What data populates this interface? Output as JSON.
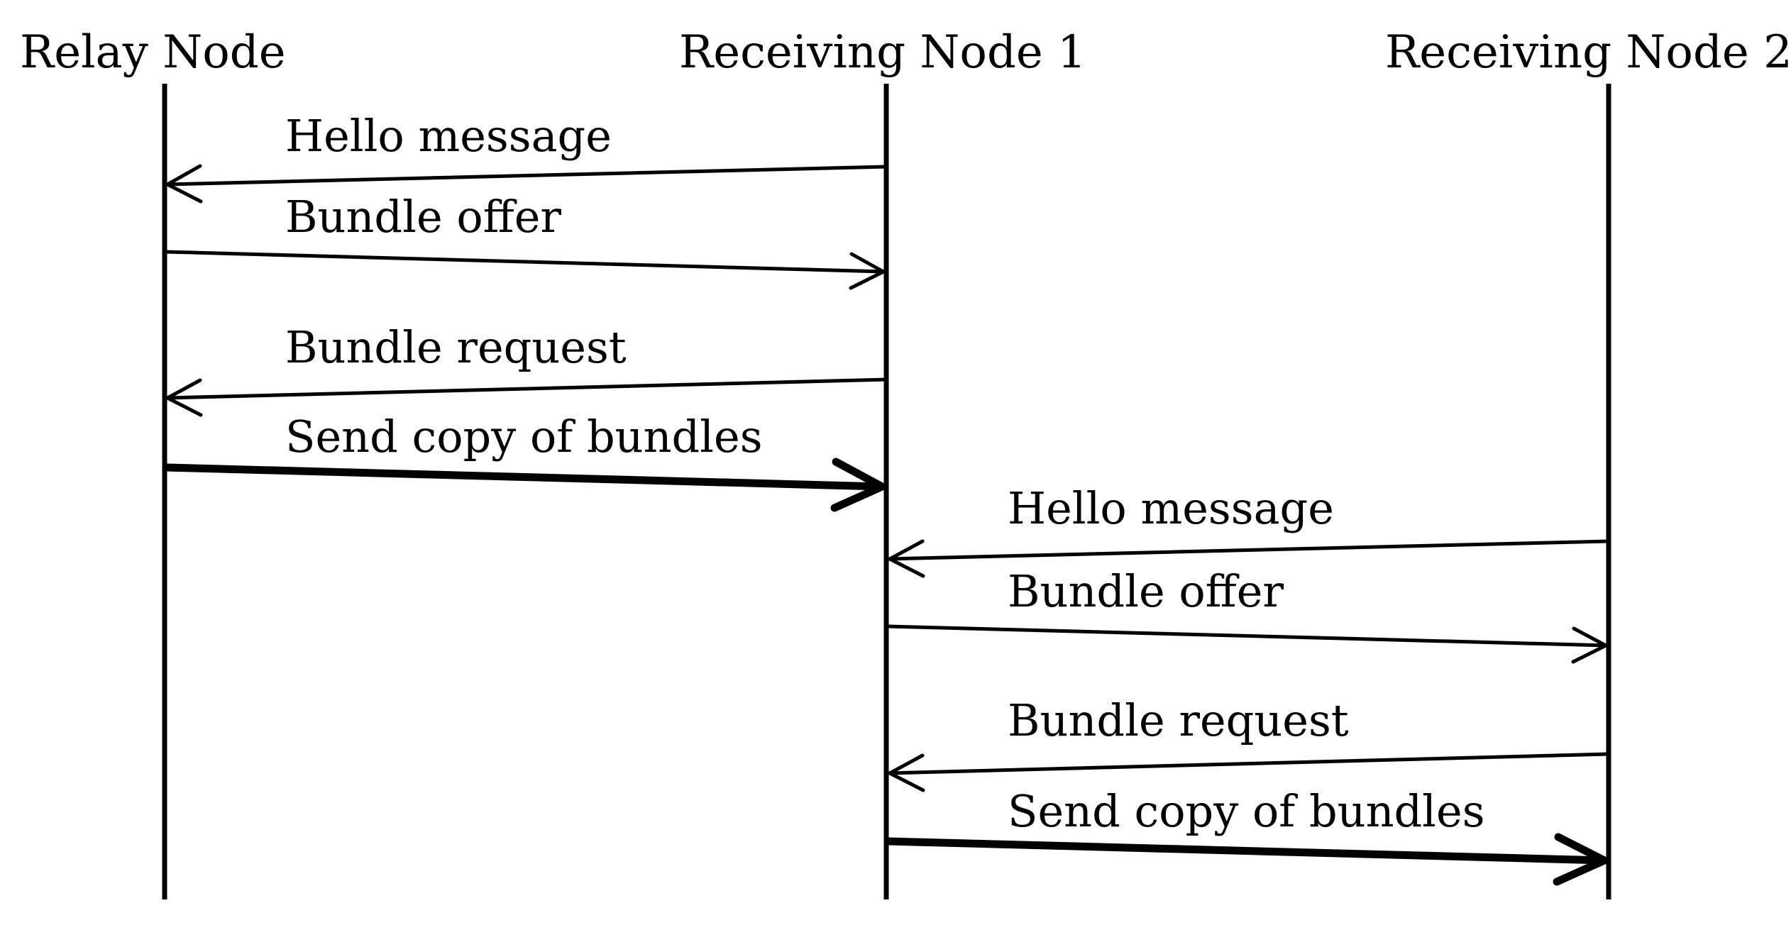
{
  "nodes": [
    {
      "id": "relay",
      "label": "Relay Node"
    },
    {
      "id": "recv1",
      "label": "Receiving Node 1"
    },
    {
      "id": "recv2",
      "label": "Receiving Node 2"
    }
  ],
  "messages": [
    {
      "label": "Hello message",
      "from": "recv1",
      "to": "relay",
      "style": "normal"
    },
    {
      "label": "Bundle offer",
      "from": "relay",
      "to": "recv1",
      "style": "normal"
    },
    {
      "label": "Bundle request",
      "from": "recv1",
      "to": "relay",
      "style": "normal"
    },
    {
      "label": "Send copy of bundles",
      "from": "relay",
      "to": "recv1",
      "style": "bold"
    },
    {
      "label": "Hello message",
      "from": "recv2",
      "to": "recv1",
      "style": "normal"
    },
    {
      "label": "Bundle offer",
      "from": "recv1",
      "to": "recv2",
      "style": "normal"
    },
    {
      "label": "Bundle request",
      "from": "recv2",
      "to": "recv1",
      "style": "normal"
    },
    {
      "label": "Send copy of bundles",
      "from": "recv1",
      "to": "recv2",
      "style": "bold"
    }
  ],
  "colors": {
    "line": "#000000",
    "background": "#ffffff"
  }
}
